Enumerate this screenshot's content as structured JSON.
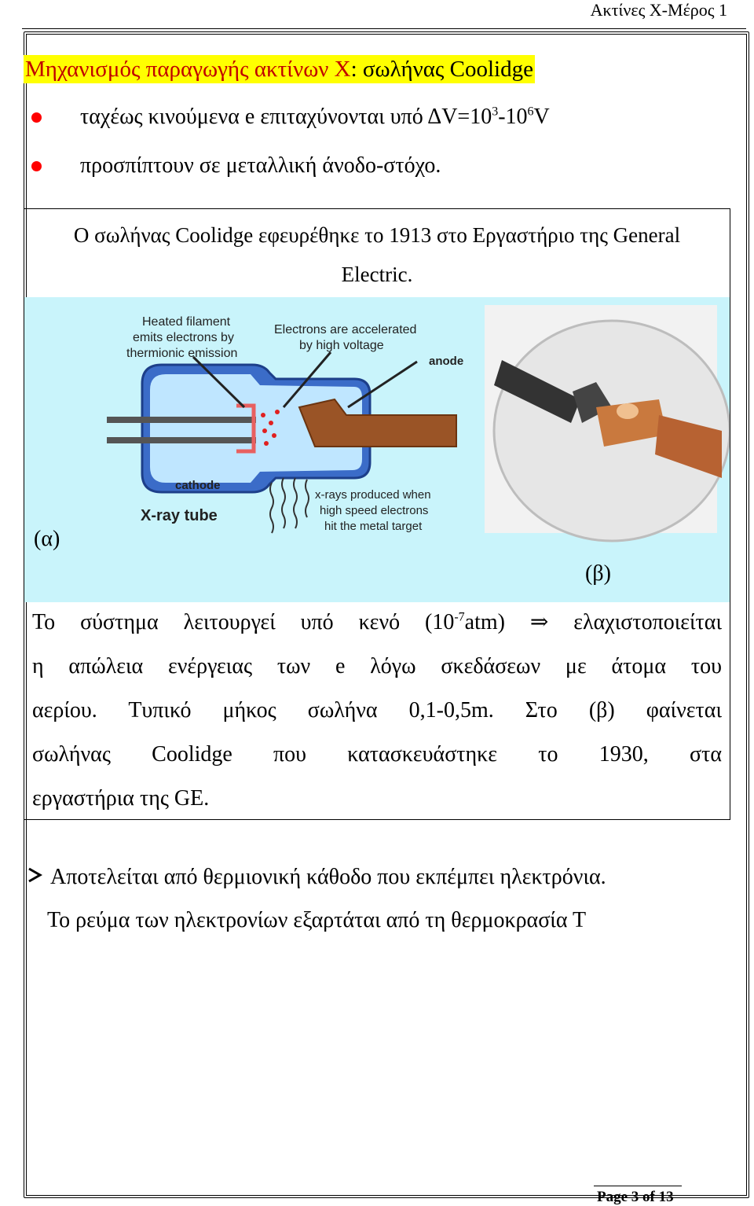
{
  "header": {
    "running_title": "Ακτίνες Χ-Μέρος 1"
  },
  "title": {
    "red_part": "Μηχανισμός παραγωγής ακτίνων Χ",
    "rest": ": σωλήνας Coolidge"
  },
  "bullets": [
    {
      "text_before": "ταχέως κινούμενα e επιταχύνονται υπό ΔV=10",
      "sup1": "3",
      "text_mid": "-10",
      "sup2": "6",
      "text_after": "V"
    },
    {
      "text": "προσπίπτουν σε μεταλλική άνοδο-στόχο."
    }
  ],
  "box": {
    "line1": "O σωλήνας Coolidge εφευρέθηκε το 1913 στο Εργαστήριο της General",
    "line2": "Electric.",
    "figure_a": {
      "label": "(α)",
      "annotations": {
        "filament": [
          "Heated filament",
          "emits electrons by",
          "thermionic emission"
        ],
        "accel": [
          "Electrons are accelerated",
          "by high voltage"
        ],
        "anode": "anode",
        "cathode": "cathode",
        "tube": "X-ray tube",
        "xrays": [
          "x-rays produced when",
          "high speed electrons",
          "hit the metal target"
        ]
      }
    },
    "figure_b": {
      "label": "(β)"
    },
    "para_lines": [
      {
        "a": "Το σύστημα λειτουργεί υπό κενό (10",
        "sup": "-7",
        "b": "atm) ",
        "arrow": "⇒",
        "c": " ελαχιστοποιείται"
      },
      "η απώλεια ενέργειας των e λόγω σκεδάσεων με άτομα του",
      "αερίου. Τυπικό μήκος σωλήνα 0,1-0,5m. Στο (β) φαίνεται",
      "σωλήνας Coolidge που κατασκευάστηκε το 1930, στα",
      "εργαστήρια της GE."
    ]
  },
  "list": {
    "item": "Αποτελείται από θερμιονική κάθοδο που εκπέμπει ηλεκτρόνια.",
    "continuation": "Το ρεύμα των ηλεκτρονίων εξαρτάται από τη θερμοκρασία Τ"
  },
  "footer": {
    "page": "Page 3 of 13"
  },
  "colors": {
    "highlight": "#ffff00",
    "title_red": "#c00000",
    "bullet_red": "#ff0000",
    "figure_bg": "#c9f4fb"
  }
}
